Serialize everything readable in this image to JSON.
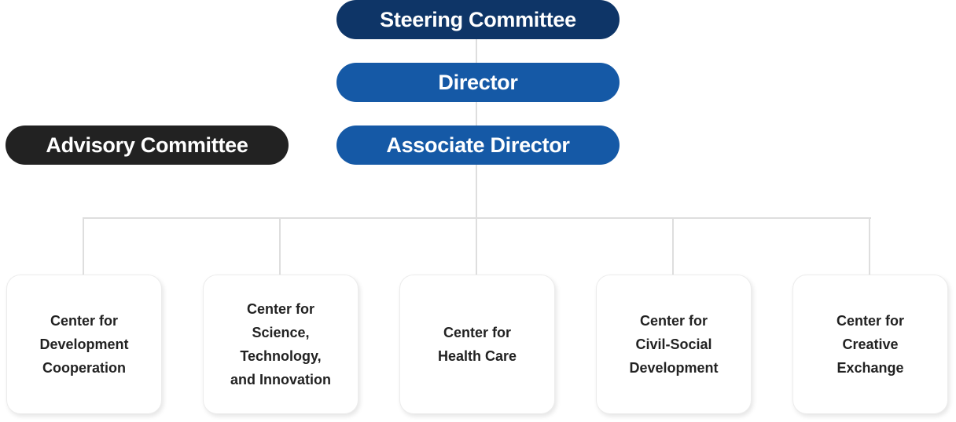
{
  "colors": {
    "steering": "#0e3567",
    "director": "#1559a6",
    "associate": "#1559a6",
    "advisory": "#222222",
    "connector": "#dedede"
  },
  "top": {
    "steering_committee": "Steering Committee",
    "director": "Director",
    "associate_director": "Associate Director",
    "advisory_committee": "Advisory Committee"
  },
  "centers": [
    {
      "label": "Center for\nDevelopment\nCooperation"
    },
    {
      "label": "Center for\nScience,\nTechnology,\nand Innovation"
    },
    {
      "label": "Center for\nHealth Care"
    },
    {
      "label": "Center for\nCivil-Social\nDevelopment"
    },
    {
      "label": "Center for\nCreative\nExchange"
    }
  ]
}
